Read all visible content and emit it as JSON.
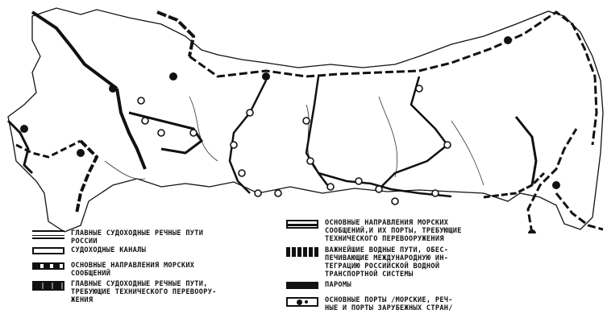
{
  "legend": {
    "left": [
      {
        "id": "main-rivers",
        "style": "double",
        "text": "ГЛАВНЫЕ СУДОХОДНЫЕ РЕЧНЫЕ ПУТИ\nРОССИИ"
      },
      {
        "id": "canals",
        "style": "canal",
        "text": "СУДОХОДНЫЕ КАНАЛЫ"
      },
      {
        "id": "sea-routes",
        "style": "dash",
        "text": "ОСНОВНЫЕ НАПРАВЛЕНИЯ МОРСКИХ\nСООБЩЕНИЙ"
      },
      {
        "id": "rivers-modernization",
        "style": "thick",
        "text": "ГЛАВНЫЕ СУДОХОДНЫЕ РЕЧНЫЕ ПУТИ,\nТРЕБУЮЩИЕ ТЕХНИЧЕСКОГО ПЕРЕВООРУ-\nЖЕНИЯ"
      }
    ],
    "right": [
      {
        "id": "sea-modernization",
        "style": "sea",
        "text": "ОСНОВНЫЕ НАПРАВЛЕНИЯ МОРСКИХ\nСООБЩЕНИЙ,И ИХ ПОРТЫ, ТРЕБУЮЩИЕ\nТЕХНИЧЕСКОГО ПЕРЕВООРУЖЕНИЯ"
      },
      {
        "id": "vital-waterways",
        "style": "vital",
        "text": "ВАЖНЕЙШИЕ ВОДНЫЕ ПУТИ, ОБЕС-\nПЕЧИВАЮЩИЕ МЕЖДУНАРОДНУЮ ИН-\nТЕГРАЦИЮ РОССИЙСКОЙ ВОДНОЙ\nТРАНСПОРТНОЙ СИСТЕМЫ"
      },
      {
        "id": "ferries",
        "style": "ferry",
        "text": "ПАРОМЫ"
      },
      {
        "id": "ports",
        "style": "ports",
        "text": "ОСНОВНЫЕ ПОРТЫ /МОРСКИЕ, РЕЧ-\nНЫЕ И ПОРТЫ ЗАРУБЕЖНЫХ СТРАН/"
      }
    ]
  }
}
